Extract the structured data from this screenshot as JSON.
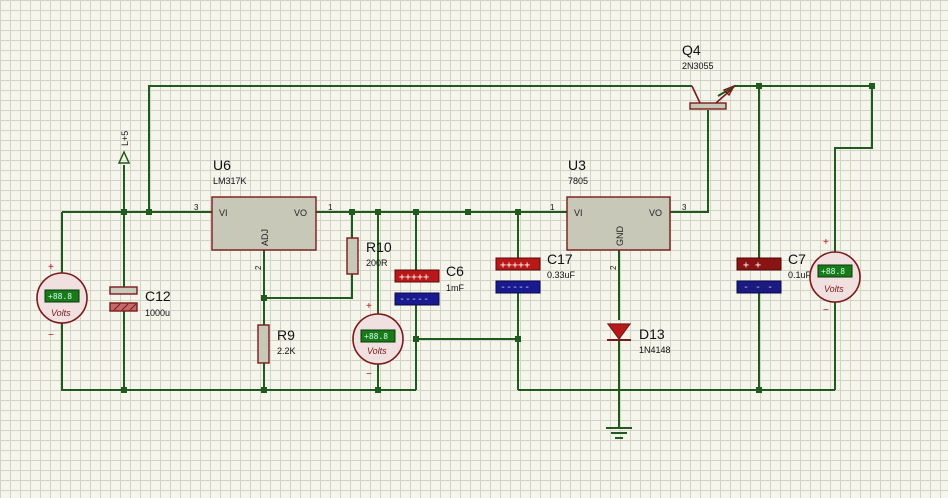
{
  "components": {
    "u6": {
      "ref": "U6",
      "value": "LM317K",
      "pin_vi": "VI",
      "pin_vo": "VO",
      "pin_adj": "ADJ",
      "pin_num_in": "3",
      "pin_num_out": "1",
      "pin_num_adj": "2"
    },
    "u3": {
      "ref": "U3",
      "value": "7805",
      "pin_vi": "VI",
      "pin_vo": "VO",
      "pin_gnd": "GND",
      "pin_num_in": "1",
      "pin_num_out": "3",
      "pin_num_gnd": "2"
    },
    "q4": {
      "ref": "Q4",
      "value": "2N3055"
    },
    "r10": {
      "ref": "R10",
      "value": "200R"
    },
    "r9": {
      "ref": "R9",
      "value": "2.2K"
    },
    "c12": {
      "ref": "C12",
      "value": "1000u"
    },
    "c6": {
      "ref": "C6",
      "value": "1mF"
    },
    "c17": {
      "ref": "C17",
      "value": "0.33uF"
    },
    "c7": {
      "ref": "C7",
      "value": "0.1uF"
    },
    "d13": {
      "ref": "D13",
      "value": "1N4148"
    },
    "power": {
      "label": "L+5"
    }
  },
  "voltmeters": {
    "display": "+88.8",
    "unit": "Volts",
    "plus": "+",
    "minus": "−"
  },
  "colors": {
    "wire": "#1f5a1f",
    "component": "#7a1a1a",
    "grid_bg": "#f5f5ec"
  }
}
